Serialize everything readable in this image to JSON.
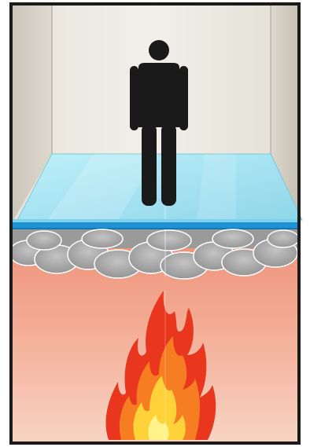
{
  "scene": {
    "subject": "person-standing-on-glass-floor-above-fire",
    "upper_room": {
      "wall_color": "#eceae2",
      "side_wall_color": "#cfcbc0",
      "floor": "glass",
      "floor_color": "#a9e4f1"
    },
    "separator": {
      "material": "glass-slab",
      "edge_color": "#1e92d2"
    },
    "lower_room": {
      "background_top": "#f0a38c",
      "background_bottom": "#f7cbb9",
      "smoke_color": "#a7a7a7",
      "fire_colors": [
        "#e8361f",
        "#f77d22",
        "#ffd23a",
        "#fff38a"
      ]
    },
    "figure_color": "#1a1a1a",
    "frame_color": "#1a1a1a"
  }
}
